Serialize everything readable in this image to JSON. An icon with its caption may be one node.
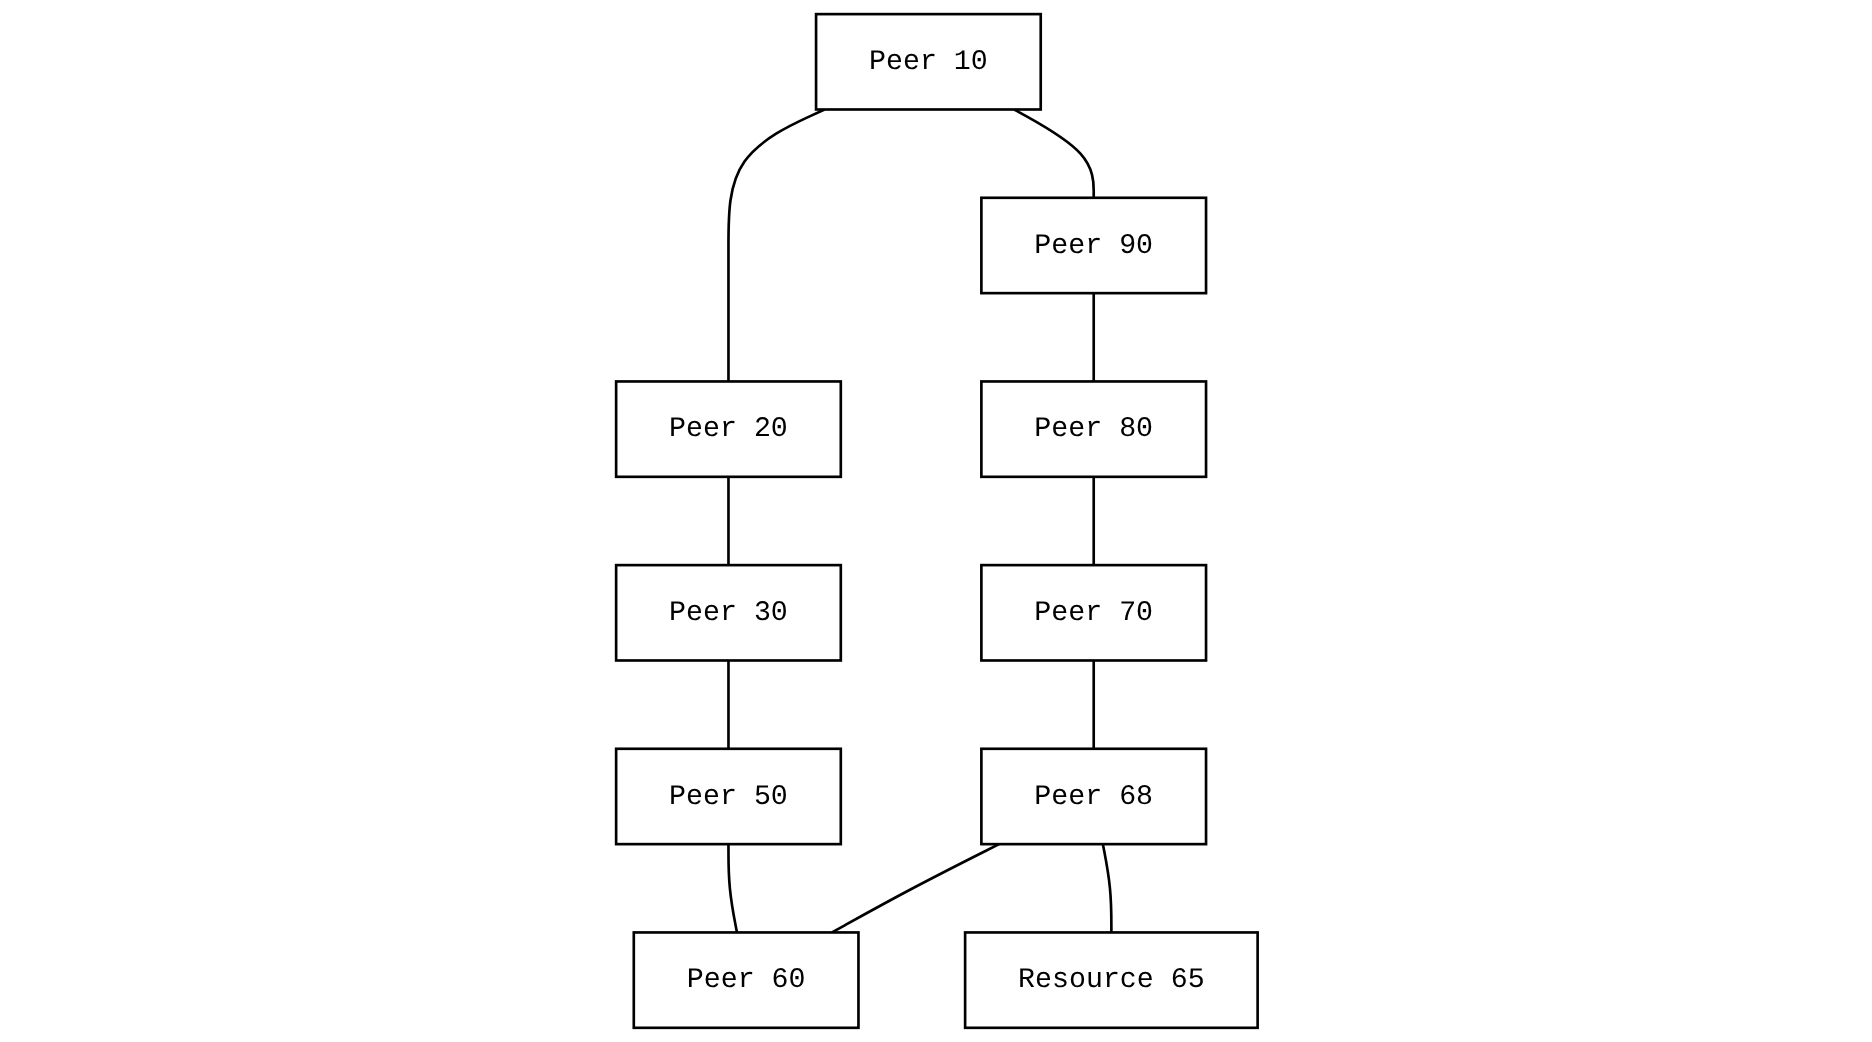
{
  "diagram": {
    "nodes": [
      {
        "text": [
          "Peer 10"
        ]
      },
      {
        "text": [
          "Peer 20"
        ]
      },
      {
        "text": [
          "Peer 30"
        ]
      },
      {
        "text": [
          "Peer 90"
        ]
      },
      {
        "text": [
          "Peer 50"
        ]
      },
      {
        "text": [
          "Peer 80"
        ]
      },
      {
        "text": [
          "Peer 70"
        ]
      },
      {
        "text": [
          "Peer 68"
        ]
      },
      {
        "text": [
          "Peer 60"
        ]
      },
      {
        "text": [
          "Resource 65"
        ]
      }
    ],
    "edges": [
      {
        "from": 0,
        "to": 1,
        "arrow": "none"
      },
      {
        "from": 1,
        "to": 2,
        "arrow": "none"
      },
      {
        "from": 0,
        "to": 3,
        "arrow": "none"
      },
      {
        "from": 2,
        "to": 4,
        "arrow": "none"
      },
      {
        "from": 3,
        "to": 5,
        "arrow": "none"
      },
      {
        "from": 4,
        "to": 8,
        "arrow": "none"
      },
      {
        "from": 5,
        "to": 6,
        "arrow": "none"
      },
      {
        "from": 6,
        "to": 7,
        "arrow": "none"
      },
      {
        "from": 7,
        "to": 8,
        "arrow": "none"
      },
      {
        "from": 7,
        "to": 9,
        "arrow": "none"
      }
    ]
  }
}
